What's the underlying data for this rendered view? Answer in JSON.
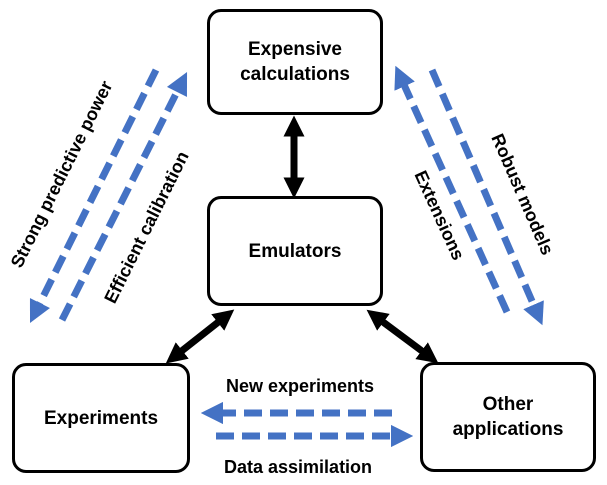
{
  "nodes": {
    "expensive": "Expensive\ncalculations",
    "emulators": "Emulators",
    "experiments": "Experiments",
    "other": "Other\napplications"
  },
  "edge_labels": {
    "strong_predictive_power": "Strong predictive power",
    "efficient_calibration": "Efficient calibration",
    "robust_models": "Robust models",
    "extensions": "Extensions",
    "new_experiments": "New experiments",
    "data_assimilation": "Data assimilation"
  },
  "colors": {
    "box_border": "#000000",
    "solid_arrow": "#000000",
    "dashed_arrow": "#4472C4",
    "text": "#000000"
  }
}
